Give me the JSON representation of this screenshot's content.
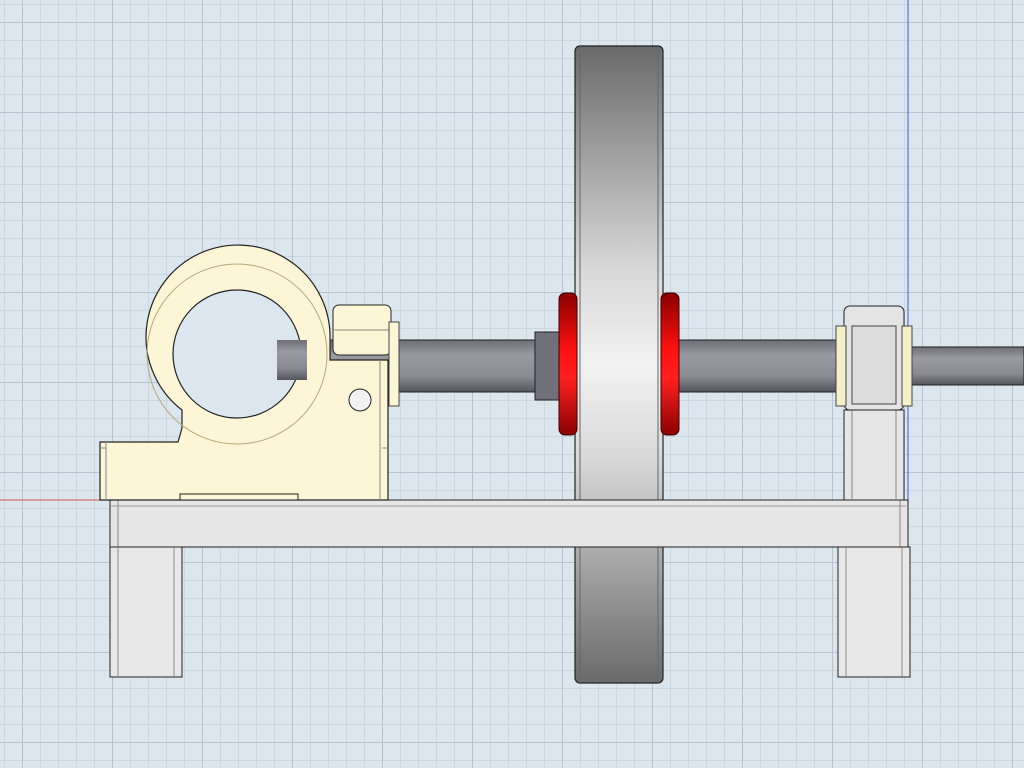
{
  "viewport": {
    "kind": "cad-3d-viewport",
    "view": "front-orthographic",
    "grid": true,
    "background_color": "#dce6ee",
    "grid_color": "#b6c3cf"
  },
  "axes": {
    "x_axis_color": "#d9534f",
    "y_axis_color": "#3b5bdb"
  },
  "model": {
    "parts": [
      {
        "name": "base-plate",
        "color": "#e6e6e6"
      },
      {
        "name": "left-leg",
        "color": "#e6e6e6"
      },
      {
        "name": "right-leg",
        "color": "#e6e6e6"
      },
      {
        "name": "bearing-housing",
        "color": "#fdf6d6"
      },
      {
        "name": "bearing-block",
        "color": "#fdf6d6"
      },
      {
        "name": "main-shaft",
        "color": "#8a8a90"
      },
      {
        "name": "flywheel",
        "color": "#9a9a9a"
      },
      {
        "name": "flywheel-hub-collars",
        "color": "#e00000"
      },
      {
        "name": "right-support-post",
        "color": "#e6e6e6"
      },
      {
        "name": "right-bearing-block",
        "color": "#dcdcdc"
      }
    ]
  }
}
